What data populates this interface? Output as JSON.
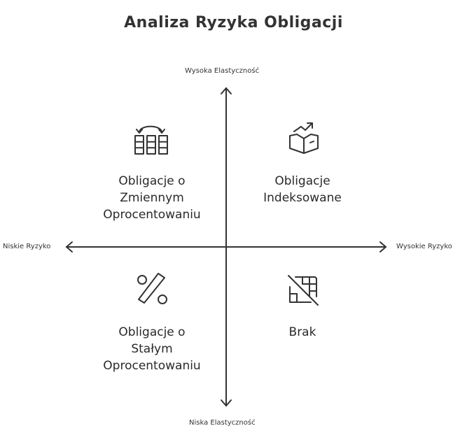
{
  "title": "Analiza Ryzyka Obligacji",
  "axes": {
    "top": "Wysoka Elastyczność",
    "bottom": "Niska Elastyczność",
    "left": "Niskie Ryzyko",
    "right": "Wysokie Ryzyko"
  },
  "quadrants": {
    "top_left": {
      "label": "Obligacje o\nZmiennym\nOprocentowaniu",
      "icon": "swap-columns-icon"
    },
    "top_right": {
      "label": "Obligacje\nIndeksowane",
      "icon": "book-trend-icon"
    },
    "bottom_left": {
      "label": "Obligacje o\nStałym\nOprocentowaniu",
      "icon": "percent-icon"
    },
    "bottom_right": {
      "label": "Brak",
      "icon": "grid-off-icon"
    }
  }
}
